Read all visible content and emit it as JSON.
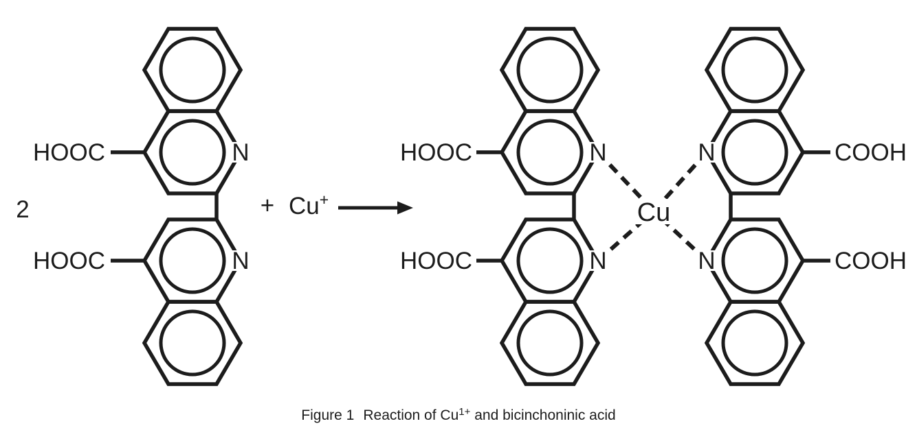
{
  "figure": {
    "equation": {
      "coefficient": "2",
      "plus": "+",
      "reagent": {
        "symbol": "Cu",
        "charge": "+"
      }
    },
    "atom_labels": {
      "hooc": "HOOC",
      "cooh": "COOH",
      "nitrogen": "N",
      "copper": "Cu"
    },
    "caption": {
      "figure_label": "Figure 1",
      "text_before_formula": "Reaction of ",
      "formula_base": "Cu",
      "formula_charge": "1+",
      "text_after_formula": " and bicinchoninic acid"
    },
    "colors": {
      "ink": "#1c1c1c",
      "background": "#ffffff"
    }
  }
}
